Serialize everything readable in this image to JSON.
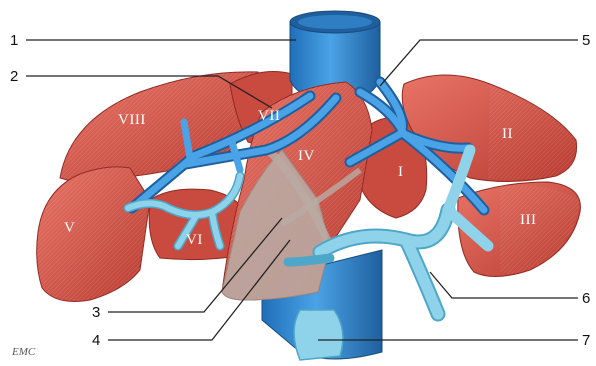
{
  "figure": {
    "callouts": [
      "1",
      "2",
      "3",
      "4",
      "5",
      "6",
      "7"
    ],
    "segments": {
      "II": "II",
      "III": "III",
      "I": "I",
      "IV": "IV",
      "V": "V",
      "VI": "VI",
      "VII": "VII",
      "VIII": "VIII"
    },
    "logo": "EMC",
    "colors": {
      "liver": "#d9564a",
      "liver_dark": "#a8332b",
      "liver_light": "#ea8a7c",
      "hepatic_vein": "#3b8fd6",
      "hepatic_vein_dark": "#1f5f9e",
      "portal_vein": "#8fd3ea",
      "portal_vein_dark": "#4ea6c8",
      "overlay": "#b9aba4",
      "leader": "#222222"
    }
  }
}
